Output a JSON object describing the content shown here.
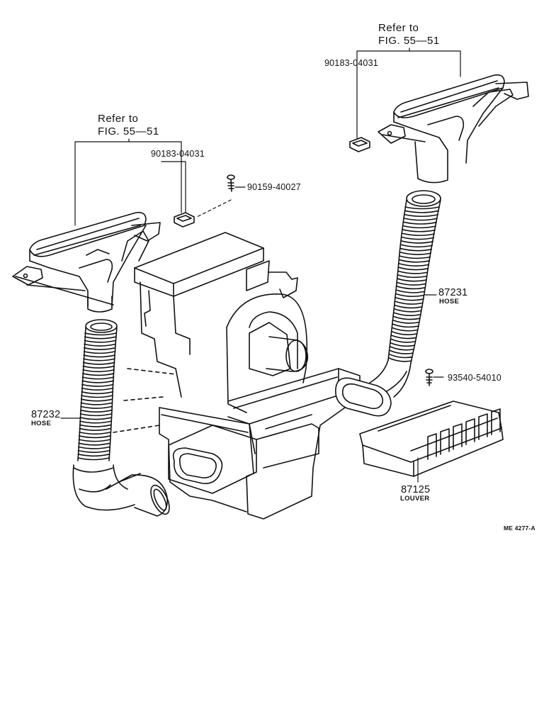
{
  "callouts": {
    "left_ref_line1": "Refer to",
    "left_ref_line2": "FIG. 55—51",
    "left_clip_part": "90183-04031",
    "screw_top_part": "90159-40027",
    "right_ref_line1": "Refer to",
    "right_ref_line2": "FIG. 55—51",
    "right_clip_part": "90183-04031",
    "right_hose_part": "87231",
    "right_hose_name": "HOSE",
    "screw_right_part": "93540-54010",
    "left_hose_part": "87232",
    "left_hose_name": "HOSE",
    "louver_part": "87125",
    "louver_name": "LOUVER"
  },
  "figure_code": "ME 4277-A",
  "colors": {
    "ink": "#111111",
    "paper": "#ffffff"
  }
}
